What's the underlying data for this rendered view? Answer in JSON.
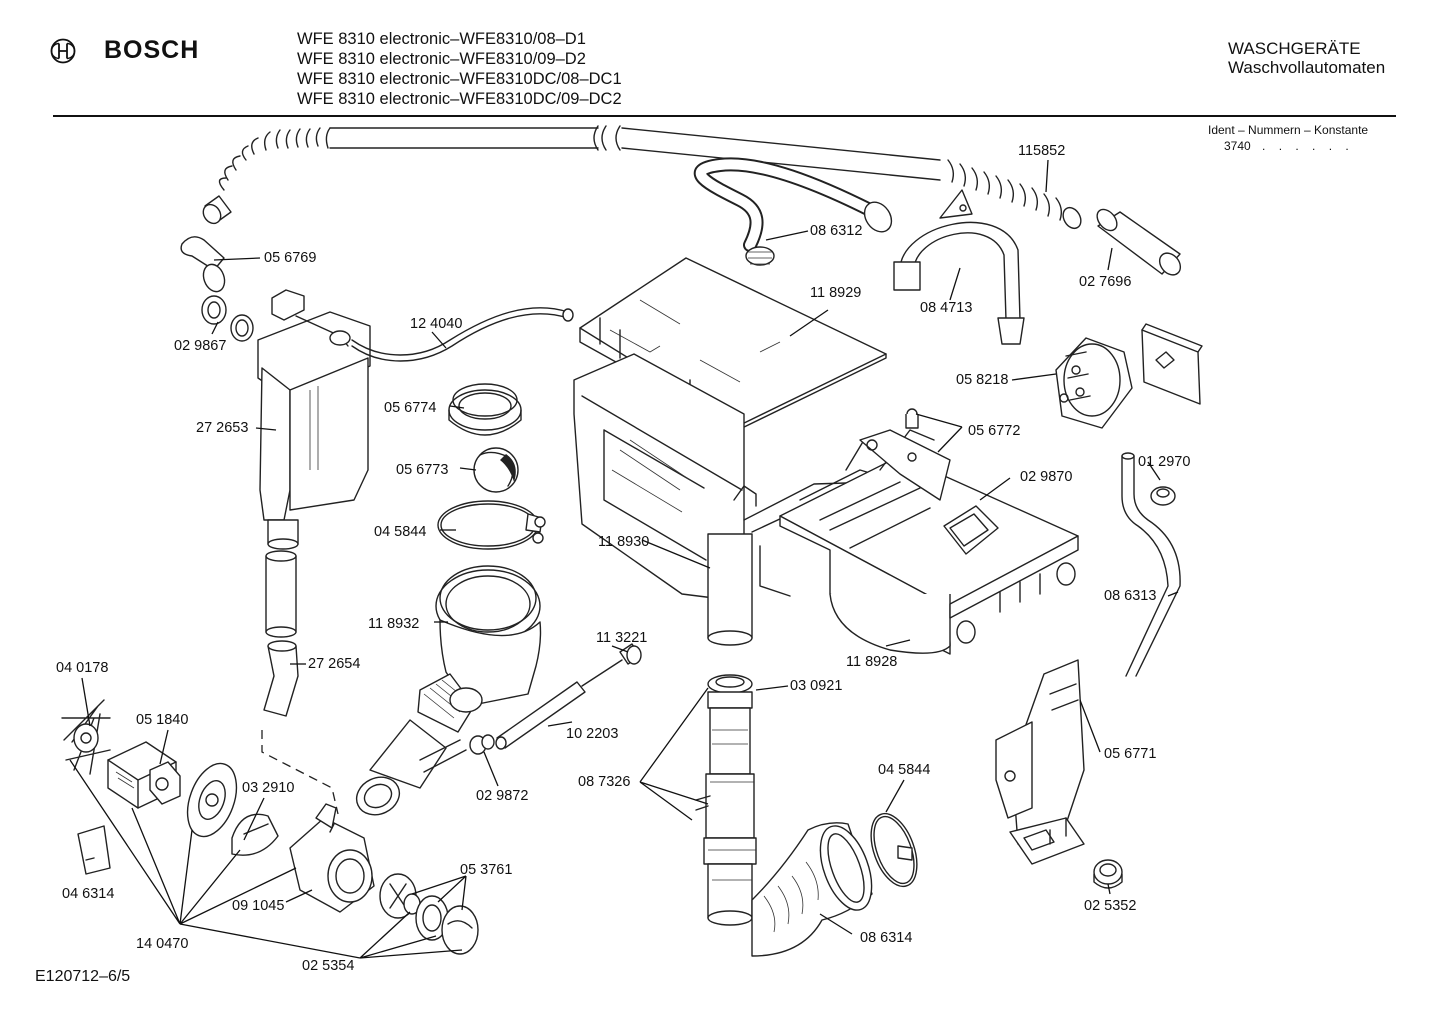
{
  "header": {
    "brand": "BOSCH",
    "models": [
      "WFE 8310 electronic–WFE8310/08–D1",
      "WFE 8310 electronic–WFE8310/09–D2",
      "WFE 8310 electronic–WFE8310DC/08–DC1",
      "WFE 8310 electronic–WFE8310DC/09–DC2"
    ],
    "category": "WASCHGERÄTE",
    "subcategory": "Waschvollautomaten",
    "ident_label": "Ident – Nummern – Konstante",
    "ident_value": "3740",
    "ident_dots": ". . . . . ."
  },
  "footer": {
    "code": "E120712–6/5"
  },
  "labels": [
    {
      "id": "p115852",
      "text": "115852"
    },
    {
      "id": "p086312",
      "text": "08 6312"
    },
    {
      "id": "p118929",
      "text": "11 8929"
    },
    {
      "id": "p084713",
      "text": "08 4713"
    },
    {
      "id": "p027696",
      "text": "02 7696"
    },
    {
      "id": "p056769",
      "text": "05 6769"
    },
    {
      "id": "p029867",
      "text": "02 9867"
    },
    {
      "id": "p124040",
      "text": "12 4040"
    },
    {
      "id": "p272653",
      "text": "27 2653"
    },
    {
      "id": "p056774",
      "text": "05 6774"
    },
    {
      "id": "p056773",
      "text": "05 6773"
    },
    {
      "id": "p045844a",
      "text": "04 5844"
    },
    {
      "id": "p118930",
      "text": "11 8930"
    },
    {
      "id": "p118932",
      "text": "11 8932"
    },
    {
      "id": "p272654",
      "text": "27 2654"
    },
    {
      "id": "p113221",
      "text": "11 3221"
    },
    {
      "id": "p102203",
      "text": "10 2203"
    },
    {
      "id": "p029872",
      "text": "02 9872"
    },
    {
      "id": "p058218",
      "text": "05 8218"
    },
    {
      "id": "p056772",
      "text": "05 6772"
    },
    {
      "id": "p029870",
      "text": "02 9870"
    },
    {
      "id": "p012970",
      "text": "01 2970"
    },
    {
      "id": "p086313",
      "text": "08 6313"
    },
    {
      "id": "p118928",
      "text": "11 8928"
    },
    {
      "id": "p030921",
      "text": "03 0921"
    },
    {
      "id": "p087326",
      "text": "08 7326"
    },
    {
      "id": "p045844b",
      "text": "04 5844"
    },
    {
      "id": "p086314",
      "text": "08 6314"
    },
    {
      "id": "p056771",
      "text": "05 6771"
    },
    {
      "id": "p025352",
      "text": "02 5352"
    },
    {
      "id": "p040178",
      "text": "04 0178"
    },
    {
      "id": "p051840",
      "text": "05 1840"
    },
    {
      "id": "p032910",
      "text": "03 2910"
    },
    {
      "id": "p046314",
      "text": "04 6314"
    },
    {
      "id": "p091045",
      "text": "09 1045"
    },
    {
      "id": "p053761",
      "text": "05 3761"
    },
    {
      "id": "p140470",
      "text": "14 0470"
    },
    {
      "id": "p025354",
      "text": "02 5354"
    }
  ]
}
